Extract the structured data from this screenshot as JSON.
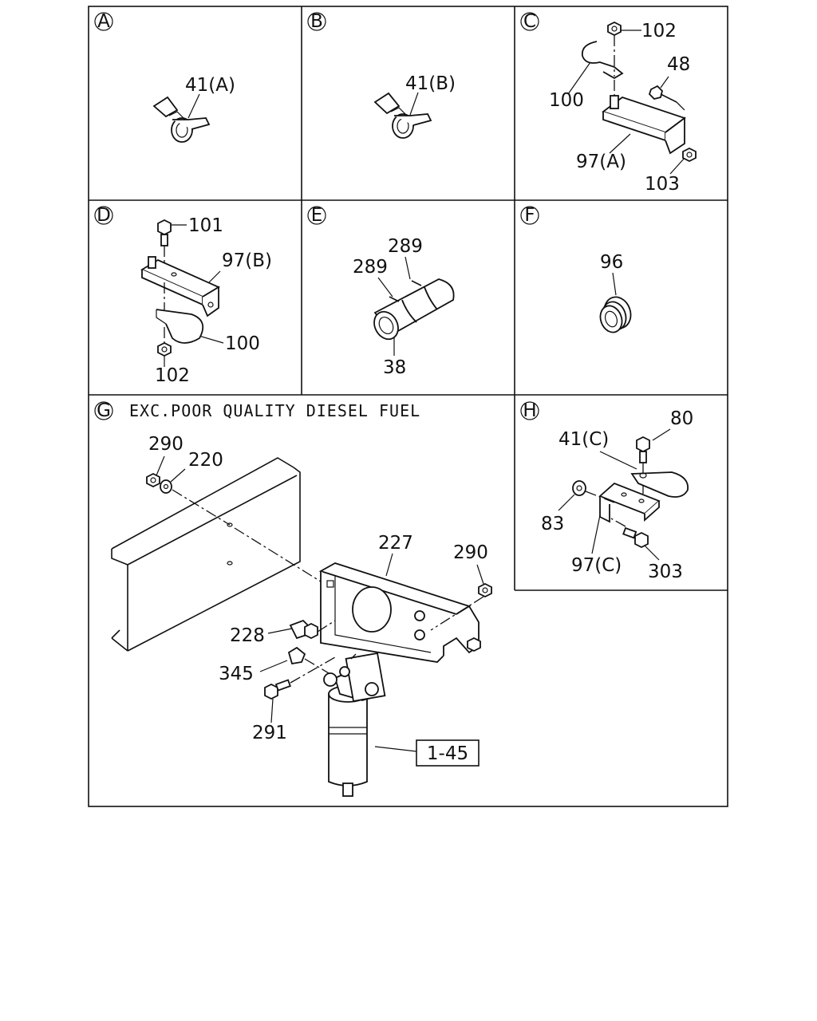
{
  "panels": [
    {
      "id": "A",
      "letter": "A",
      "labels": [
        "41(A)"
      ]
    },
    {
      "id": "B",
      "letter": "B",
      "labels": [
        "41(B)"
      ]
    },
    {
      "id": "C",
      "letter": "C",
      "labels": [
        "102",
        "48",
        "100",
        "97(A)",
        "103"
      ]
    },
    {
      "id": "D",
      "letter": "D",
      "labels": [
        "101",
        "97(B)",
        "100",
        "102"
      ]
    },
    {
      "id": "E",
      "letter": "E",
      "labels": [
        "289",
        "289",
        "38"
      ]
    },
    {
      "id": "F",
      "letter": "F",
      "labels": [
        "96"
      ]
    },
    {
      "id": "G",
      "letter": "G",
      "title": "EXC.POOR QUALITY DIESEL FUEL",
      "labels": [
        "290",
        "220",
        "227",
        "290",
        "228",
        "345",
        "291"
      ],
      "boxed_label": "1-45"
    },
    {
      "id": "H",
      "letter": "H",
      "labels": [
        "80",
        "41(C)",
        "83",
        "97(C)",
        "303"
      ]
    }
  ]
}
